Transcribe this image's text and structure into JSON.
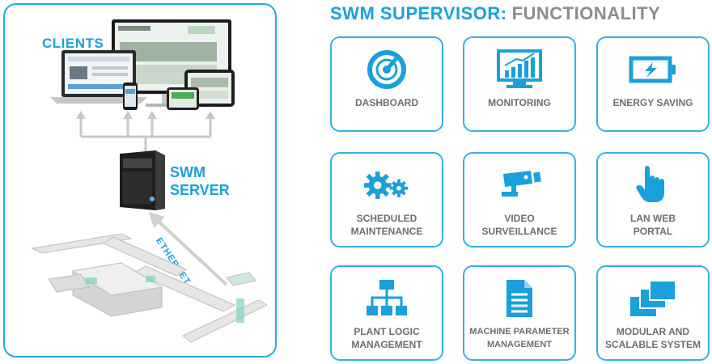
{
  "left": {
    "clients_label": "CLIENTS",
    "server_label_1": "SWM",
    "server_label_2": "SERVER",
    "ethernet_label": "ETHERNET"
  },
  "header": {
    "title_part1": "SWM SUPERVISOR:",
    "title_part2": "FUNCTIONALITY"
  },
  "cards": [
    {
      "label_1": "DASHBOARD",
      "label_2": "",
      "icon": "gauge-icon"
    },
    {
      "label_1": "MONITORING",
      "label_2": "",
      "icon": "bar-chart-monitor-icon"
    },
    {
      "label_1": "ENERGY SAVING",
      "label_2": "",
      "icon": "battery-icon"
    },
    {
      "label_1": "SCHEDULED",
      "label_2": "MAINTENANCE",
      "icon": "gears-icon"
    },
    {
      "label_1": "VIDEO",
      "label_2": "SURVEILLANCE",
      "icon": "camera-icon"
    },
    {
      "label_1": "LAN WEB",
      "label_2": "PORTAL",
      "icon": "hand-pointer-icon"
    },
    {
      "label_1": "PLANT LOGIC",
      "label_2": "MANAGEMENT",
      "icon": "hierarchy-icon"
    },
    {
      "label_1": "MACHINE PARAMETER",
      "label_2": "MANAGEMENT",
      "icon": "document-icon"
    },
    {
      "label_1": "MODULAR AND",
      "label_2": "SCALABLE SYSTEM",
      "icon": "stacked-windows-icon"
    }
  ],
  "colors": {
    "accent": "#1aa0db",
    "text_grey": "#6d6d6d"
  }
}
